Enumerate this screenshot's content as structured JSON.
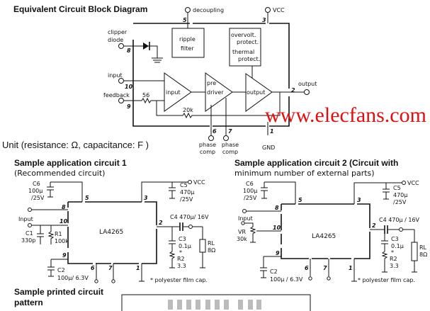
{
  "block_diagram": {
    "title": "Equivalent Circuit Block Diagram",
    "decoupling": "decoupling",
    "vcc": "VCC",
    "clipper": "clipper",
    "diode": "diode",
    "input": "input",
    "feedback": "feedback",
    "output": "output",
    "ripple1": "ripple",
    "ripple2": "filter",
    "overvolt1": "overvolt.",
    "overvolt2": "protect.",
    "thermal1": "thermal",
    "thermal2": "protect.",
    "amp_input": "input",
    "amp_pre1": "pre",
    "amp_pre2": "driver",
    "amp_output": "output",
    "r56": "56",
    "r20k": "20k",
    "phase": "phase",
    "comp": "comp",
    "gnd": "GND",
    "pins": {
      "p1": "1",
      "p2": "2",
      "p3": "3",
      "p5": "5",
      "p6": "6",
      "p7": "7",
      "p8": "8",
      "p9": "9",
      "p10": "10"
    }
  },
  "unit_note": "Unit (resistance: Ω, capacitance: F )",
  "watermark": "www.elecfans.com",
  "circuit1": {
    "title": "Sample application circuit 1",
    "subtitle": "(Recommended circuit)",
    "ic": "LA4265",
    "c6": "C6",
    "c6v": "100µ",
    "c6r": "/25V",
    "c5": "C5",
    "c5v": "470µ",
    "c5r": "/25V",
    "vcc": "VCC",
    "input": "Input",
    "c1": "C1",
    "c1v": "330p",
    "r1": "R1",
    "r1v": "100k",
    "c4": "C4  470µ/ 16V",
    "c3": "C3",
    "c3v": "0.1µ",
    "star": "*",
    "r2": "R2",
    "r2v": "3.3",
    "rl": "RL",
    "rlv": "8Ω",
    "c2": "C2",
    "c2v": "100µ/ 6.3V",
    "note": "* polyester film cap."
  },
  "circuit2": {
    "title": "Sample application circuit 2 (Circuit with",
    "title2": "minimum number of external parts)",
    "ic": "LA4265",
    "c6": "C6",
    "c6v": "100µ",
    "c6r": "/25V",
    "c5": "C5",
    "c5v": "470µ",
    "c5r": "/25V",
    "vcc": "VCC",
    "input": "Input",
    "vr": "VR",
    "vrv": "30k",
    "c4": "C4  470µ / 16V",
    "c3": "C3",
    "c3v": "0.1µ",
    "star": "*",
    "r2": "R2",
    "r2v": "3.3",
    "rl": "RL",
    "rlv": "8Ω",
    "c2": "C2",
    "c2v": "100µ / 6.3V",
    "note": "* polyester film cap."
  },
  "pcb": {
    "title1": "Sample printed circuit",
    "title2": "pattern"
  }
}
